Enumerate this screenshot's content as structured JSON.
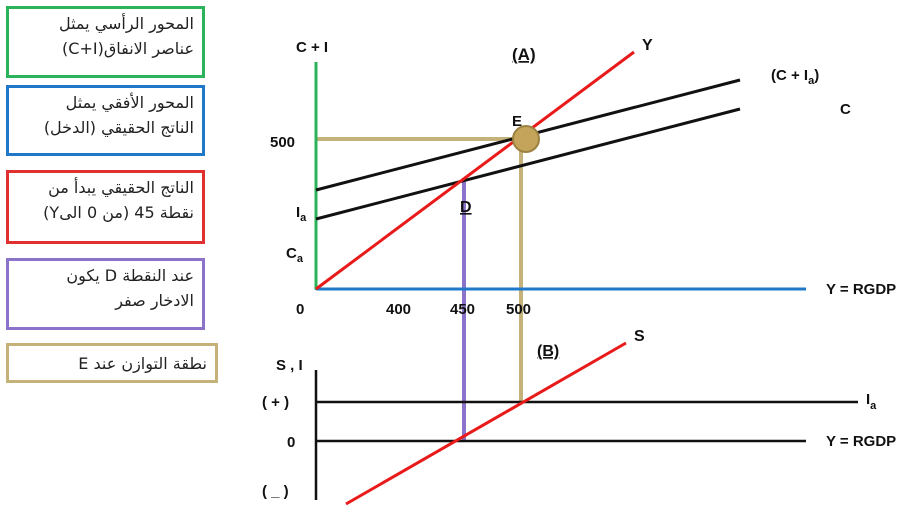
{
  "notes": [
    {
      "lines": [
        "المحور الرأسي يمثل",
        "عناصر الانفاق(C+I)"
      ],
      "color": "#2bb35a"
    },
    {
      "lines": [
        "المحور الأفقي يمثل",
        "الناتج الحقيقي (الدخل)"
      ],
      "color": "#1f78c8"
    },
    {
      "lines": [
        "الناتج الحقيقي يبدأ من",
        "نقطة 45 (من 0 الىY)"
      ],
      "color": "#e03030"
    },
    {
      "lines": [
        "عند النقطة D يكون",
        "الادخار صفر"
      ],
      "color": "#8a73c9"
    },
    {
      "lines": [
        "نطقة التوازن عند  E"
      ],
      "color": "#c4b27a"
    }
  ],
  "panel_a": {
    "title": "(A)",
    "y_axis_label": "C + I",
    "x_axis_label": "Y = RGDP",
    "y_tick_500": "500",
    "ia_label": "I",
    "ia_sub": "a",
    "ca_label": "C",
    "ca_sub": "a",
    "origin_label": "0",
    "x_ticks": [
      "400",
      "450",
      "500"
    ],
    "line_y_label": "Y",
    "line_ci_label_pre": "(C + I",
    "line_ci_label_sub": "a",
    "line_ci_label_post": ")",
    "line_c_label": "C",
    "point_e": "E",
    "point_d": "D"
  },
  "panel_b": {
    "title": "(B)",
    "y_axis_label": "S , I",
    "x_axis_label": "Y = RGDP",
    "tick_plus": "( + )",
    "tick_zero": "0",
    "tick_minus": "( _ )",
    "line_s_label": "S",
    "ia_label": "I",
    "ia_sub": "a"
  },
  "colors": {
    "green": "#2bb35a",
    "blue": "#1f78c8",
    "red": "#e81a1a",
    "purple": "#8a73c9",
    "tan": "#c4b27a",
    "title_a": "#2aa84a",
    "title_b": "#2f74c0",
    "d_label": "#c0182c"
  }
}
